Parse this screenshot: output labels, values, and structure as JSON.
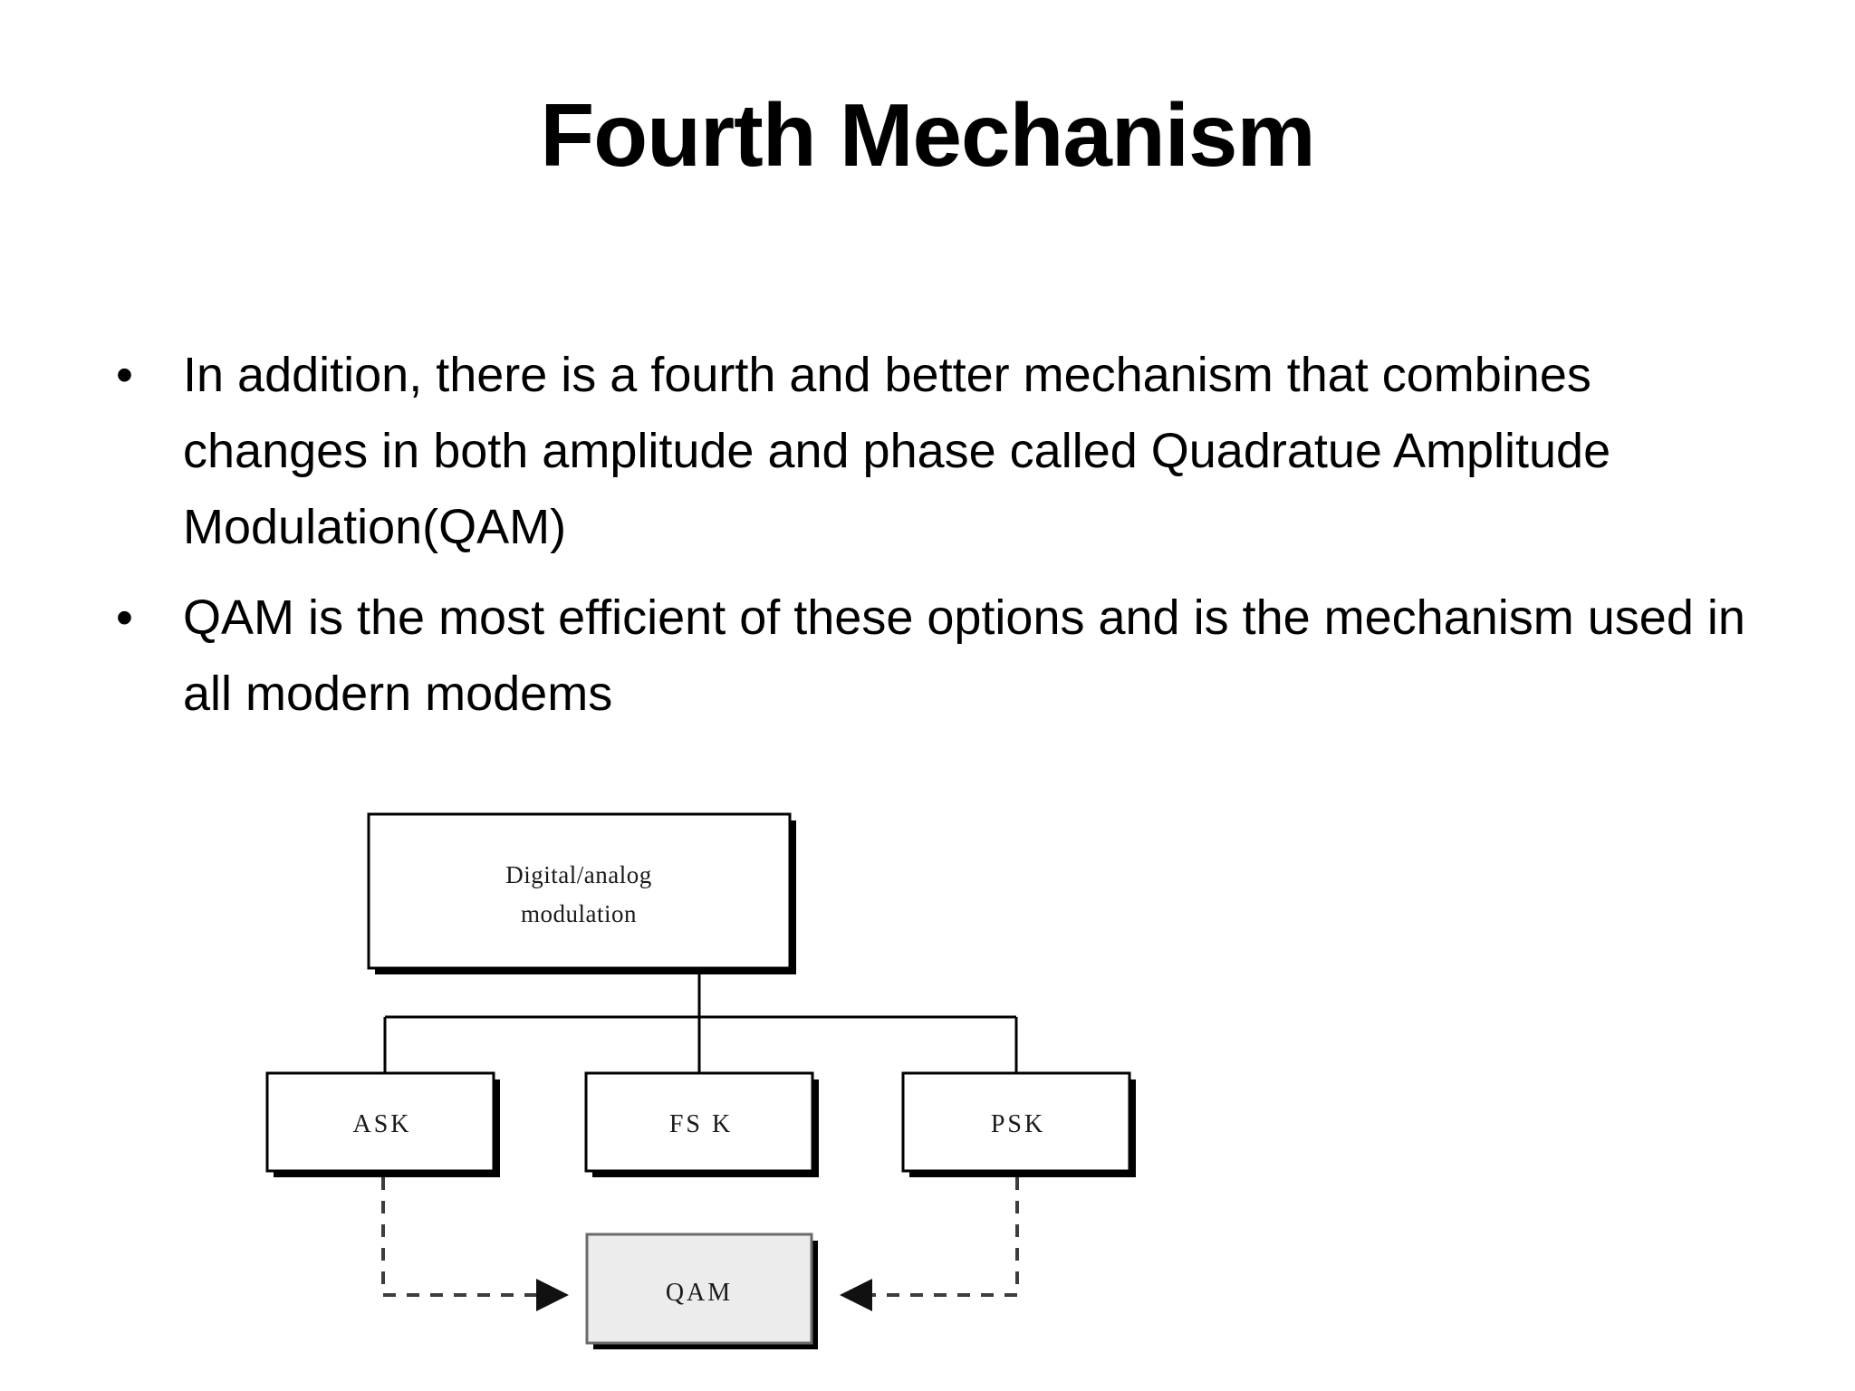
{
  "slide": {
    "title": "Fourth Mechanism",
    "background_color": "#ffffff",
    "text_color": "#000000"
  },
  "body": {
    "bullet_glyph": "•",
    "bullets": [
      {
        "text": "In addition, there is a fourth and better mechanism that combines changes in both amplitude and phase called Quadratue Amplitude Modulation(QAM)"
      },
      {
        "text": "QAM is the most efficient of these options and is the mechanism used in all modern modems"
      }
    ]
  },
  "diagram": {
    "type": "tree",
    "root": {
      "label": "Digital/analog\nmodulation",
      "line1": "Digital/analog",
      "line2": "modulation"
    },
    "children": [
      {
        "id": "ask",
        "label": "ASK"
      },
      {
        "id": "fsk",
        "label": "FS K"
      },
      {
        "id": "psk",
        "label": "PSK"
      }
    ],
    "combined": {
      "id": "qam",
      "label": "QAM",
      "fill": "#ececec"
    },
    "dashed_links": [
      {
        "from": "ask",
        "to": "qam",
        "style": "dashed",
        "arrow": "end"
      },
      {
        "from": "psk",
        "to": "qam",
        "style": "dashed",
        "arrow": "end"
      }
    ],
    "solid_links": [
      {
        "from": "root",
        "to": "ask"
      },
      {
        "from": "root",
        "to": "fsk"
      },
      {
        "from": "root",
        "to": "psk"
      }
    ],
    "colors": {
      "box_fill": "#ffffff",
      "box_stroke": "#000000",
      "shadow": "#000000",
      "qam_fill": "#ececec",
      "dashed_stroke": "#3d3d3d"
    }
  }
}
